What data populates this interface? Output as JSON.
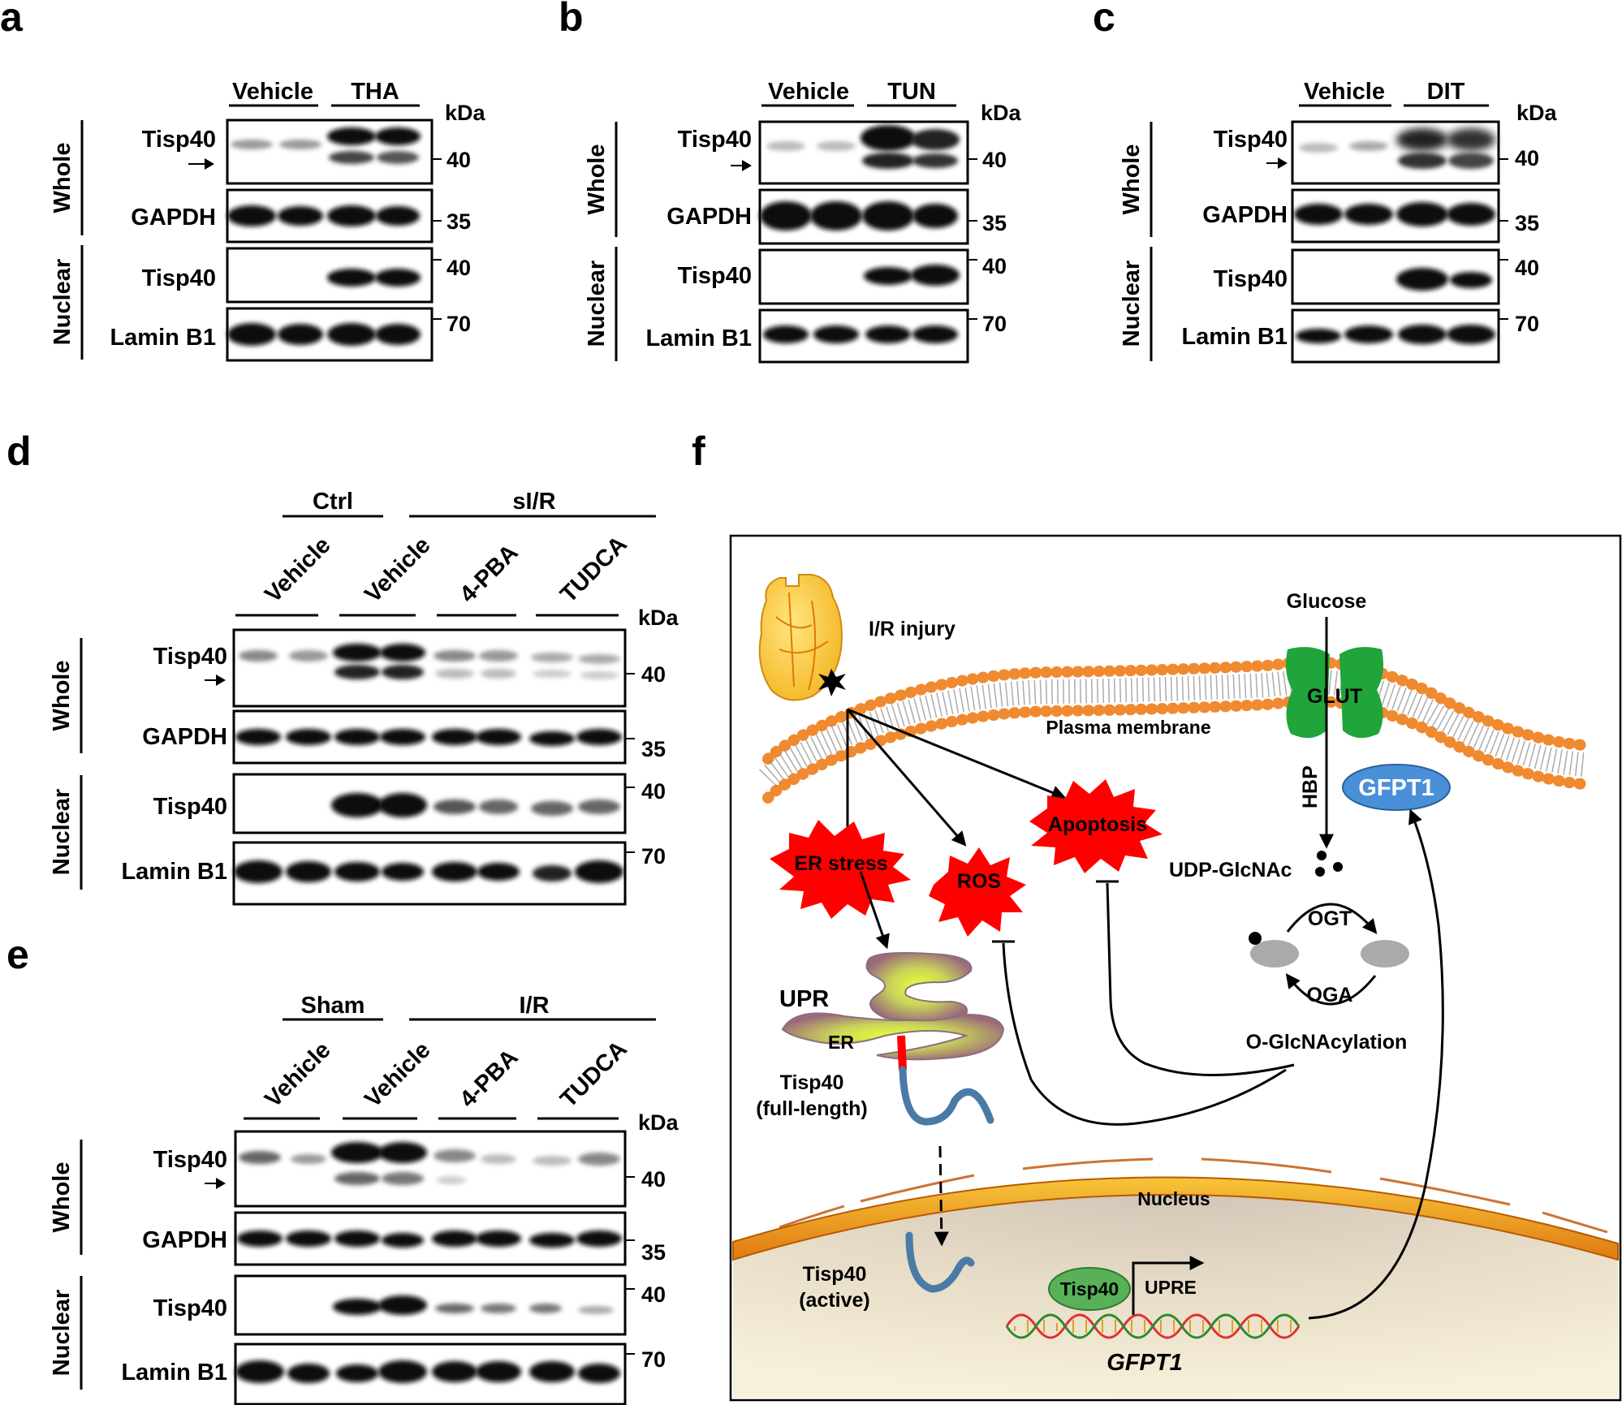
{
  "panels": {
    "a": {
      "letter": "a",
      "groups": [
        "Vehicle",
        "THA"
      ],
      "kda": "kDa",
      "rows": [
        "Tisp40",
        "GAPDH",
        "Tisp40",
        "Lamin B1"
      ],
      "sections": [
        "Whole",
        "Nuclear"
      ],
      "markers": [
        "40",
        "35",
        "40",
        "70"
      ]
    },
    "b": {
      "letter": "b",
      "groups": [
        "Vehicle",
        "TUN"
      ],
      "kda": "kDa",
      "rows": [
        "Tisp40",
        "GAPDH",
        "Tisp40",
        "Lamin B1"
      ],
      "sections": [
        "Whole",
        "Nuclear"
      ],
      "markers": [
        "40",
        "35",
        "40",
        "70"
      ]
    },
    "c": {
      "letter": "c",
      "groups": [
        "Vehicle",
        "DIT"
      ],
      "kda": "kDa",
      "rows": [
        "Tisp40",
        "GAPDH",
        "Tisp40",
        "Lamin B1"
      ],
      "sections": [
        "Whole",
        "Nuclear"
      ],
      "markers": [
        "40",
        "35",
        "40",
        "70"
      ]
    },
    "d": {
      "letter": "d",
      "top_groups": [
        "Ctrl",
        "sI/R"
      ],
      "treatments": [
        "Vehicle",
        "Vehicle",
        "4-PBA",
        "TUDCA"
      ],
      "kda": "kDa",
      "rows": [
        "Tisp40",
        "GAPDH",
        "Tisp40",
        "Lamin B1"
      ],
      "sections": [
        "Whole",
        "Nuclear"
      ],
      "markers": [
        "40",
        "35",
        "40",
        "70"
      ]
    },
    "e": {
      "letter": "e",
      "top_groups": [
        "Sham",
        "I/R"
      ],
      "treatments": [
        "Vehicle",
        "Vehicle",
        "4-PBA",
        "TUDCA"
      ],
      "kda": "kDa",
      "rows": [
        "Tisp40",
        "GAPDH",
        "Tisp40",
        "Lamin B1"
      ],
      "sections": [
        "Whole",
        "Nuclear"
      ],
      "markers": [
        "40",
        "35",
        "40",
        "70"
      ]
    },
    "f": {
      "letter": "f",
      "labels": {
        "ir_injury": "I/R injury",
        "glucose": "Glucose",
        "glut": "GLUT",
        "plasma_membrane": "Plasma membrane",
        "hbp": "HBP",
        "gfpt1": "GFPT1",
        "apoptosis": "Apoptosis",
        "er_stress": "ER stress",
        "ros": "ROS",
        "udp": "UDP-GlcNAc",
        "ogt": "OGT",
        "oga": "OGA",
        "o_glcnacylation": "O-GlcNAcylation",
        "upr": "UPR",
        "er": "ER",
        "tisp40_full_1": "Tisp40",
        "tisp40_full_2": "(full-length)",
        "nucleus": "Nucleus",
        "tisp40_active_1": "Tisp40",
        "tisp40_active_2": "(active)",
        "tisp40_tf": "Tisp40",
        "upre": "UPRE",
        "gene": "GFPT1"
      }
    }
  }
}
